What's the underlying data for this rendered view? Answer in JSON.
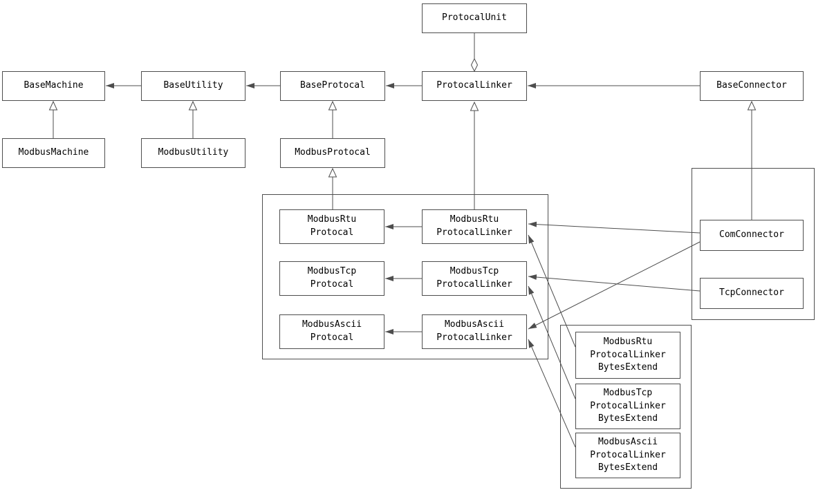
{
  "diagram_type": "class-diagram",
  "colors": {
    "line": "#4d4d4d",
    "box_border": "#4d4d4d",
    "background": "#ffffff",
    "text": "#000000"
  },
  "nodes": {
    "protocal_unit": {
      "l1": "ProtocalUnit"
    },
    "base_machine": {
      "l1": "BaseMachine"
    },
    "base_utility": {
      "l1": "BaseUtility"
    },
    "base_protocal": {
      "l1": "BaseProtocal"
    },
    "protocal_linker": {
      "l1": "ProtocalLinker"
    },
    "base_connector": {
      "l1": "BaseConnector"
    },
    "modbus_machine": {
      "l1": "ModbusMachine"
    },
    "modbus_utility": {
      "l1": "ModbusUtility"
    },
    "modbus_protocal": {
      "l1": "ModbusProtocal"
    },
    "modbus_rtu_protocal": {
      "l1": "ModbusRtu",
      "l2": "Protocal"
    },
    "modbus_rtu_linker": {
      "l1": "ModbusRtu",
      "l2": "ProtocalLinker"
    },
    "modbus_tcp_protocal": {
      "l1": "ModbusTcp",
      "l2": "Protocal"
    },
    "modbus_tcp_linker": {
      "l1": "ModbusTcp",
      "l2": "ProtocalLinker"
    },
    "modbus_ascii_protocal": {
      "l1": "ModbusAscii",
      "l2": "Protocal"
    },
    "modbus_ascii_linker": {
      "l1": "ModbusAscii",
      "l2": "ProtocalLinker"
    },
    "com_connector": {
      "l1": "ComConnector"
    },
    "tcp_connector": {
      "l1": "TcpConnector"
    },
    "modbus_rtu_linker_bytes_extend": {
      "l1": "ModbusRtu",
      "l2": "ProtocalLinker",
      "l3": "BytesExtend"
    },
    "modbus_tcp_linker_bytes_extend": {
      "l1": "ModbusTcp",
      "l2": "ProtocalLinker",
      "l3": "BytesExtend"
    },
    "modbus_ascii_linker_bytes_extend": {
      "l1": "ModbusAscii",
      "l2": "ProtocalLinker",
      "l3": "BytesExtend"
    }
  },
  "edges": [
    {
      "from": "ProtocalUnit",
      "to": "ProtocalLinker",
      "type": "aggregation"
    },
    {
      "from": "BaseUtility",
      "to": "BaseMachine",
      "type": "arrow"
    },
    {
      "from": "BaseProtocal",
      "to": "BaseUtility",
      "type": "arrow"
    },
    {
      "from": "ProtocalLinker",
      "to": "BaseProtocal",
      "type": "arrow"
    },
    {
      "from": "BaseConnector",
      "to": "ProtocalLinker",
      "type": "arrow"
    },
    {
      "from": "ModbusMachine",
      "to": "BaseMachine",
      "type": "inheritance"
    },
    {
      "from": "ModbusUtility",
      "to": "BaseUtility",
      "type": "inheritance"
    },
    {
      "from": "ModbusProtocal",
      "to": "BaseProtocal",
      "type": "inheritance"
    },
    {
      "from": "ModbusRtuProtocal",
      "to": "ModbusProtocal",
      "type": "inheritance"
    },
    {
      "from": "ModbusRtuProtocalLinker",
      "to": "ProtocalLinker",
      "type": "inheritance"
    },
    {
      "from": "ComConnector",
      "to": "BaseConnector",
      "type": "inheritance"
    },
    {
      "from": "ModbusRtuProtocalLinker",
      "to": "ModbusRtuProtocal",
      "type": "arrow"
    },
    {
      "from": "ModbusTcpProtocalLinker",
      "to": "ModbusTcpProtocal",
      "type": "arrow"
    },
    {
      "from": "ModbusAsciiProtocalLinker",
      "to": "ModbusAsciiProtocal",
      "type": "arrow"
    },
    {
      "from": "ComConnector",
      "to": "ModbusRtuProtocalLinker",
      "type": "arrow"
    },
    {
      "from": "ComConnector",
      "to": "ModbusAsciiProtocalLinker",
      "type": "arrow"
    },
    {
      "from": "TcpConnector",
      "to": "ModbusTcpProtocalLinker",
      "type": "arrow"
    },
    {
      "from": "ModbusRtuProtocalLinkerBytesExtend",
      "to": "ModbusRtuProtocalLinker",
      "type": "arrow"
    },
    {
      "from": "ModbusTcpProtocalLinkerBytesExtend",
      "to": "ModbusTcpProtocalLinker",
      "type": "arrow"
    },
    {
      "from": "ModbusAsciiProtocalLinkerBytesExtend",
      "to": "ModbusAsciiProtocalLinker",
      "type": "arrow"
    }
  ]
}
